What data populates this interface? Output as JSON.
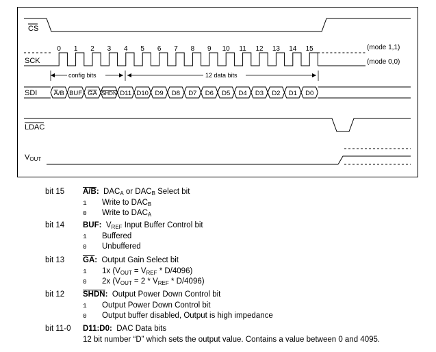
{
  "signals": {
    "cs": "CS",
    "sck": "SCK",
    "sdi": "SDI",
    "ldac": "LDAC",
    "vout": {
      "main": "V",
      "sub": "OUT"
    }
  },
  "clock_numbers": [
    "0",
    "1",
    "2",
    "3",
    "4",
    "5",
    "6",
    "7",
    "8",
    "9",
    "10",
    "11",
    "12",
    "13",
    "14",
    "15"
  ],
  "modes": [
    "(mode 1,1)",
    "(mode 0,0)"
  ],
  "brackets": {
    "config": "config bits",
    "data": "12 data bits"
  },
  "sdi_bits": [
    "A/B",
    "BUF",
    "GA",
    "SHDN",
    "D11",
    "D10",
    "D9",
    "D8",
    "D7",
    "D6",
    "D5",
    "D4",
    "D3",
    "D2",
    "D1",
    "D0"
  ],
  "bits": [
    {
      "num": "bit 15",
      "name": "A/B",
      "sep": ":",
      "desc_parts": [
        "DAC",
        "A",
        " or DAC",
        "B",
        " Select bit"
      ],
      "values": [
        {
          "v": "1",
          "parts": [
            "Write to DAC",
            "B"
          ]
        },
        {
          "v": "0",
          "parts": [
            "Write to DAC",
            "A"
          ]
        }
      ]
    },
    {
      "num": "bit 14",
      "name": "BUF",
      "sep": ":",
      "desc_parts": [
        "V",
        "REF",
        " Input Buffer Control bit"
      ],
      "values": [
        {
          "v": "1",
          "text": "Buffered"
        },
        {
          "v": "0",
          "text": "Unbuffered"
        }
      ]
    },
    {
      "num": "bit 13",
      "name": "GA",
      "sep": ":",
      "desc": "Output Gain Select bit",
      "values": [
        {
          "v": "1",
          "parts": [
            "1x (V",
            "OUT",
            " = V",
            "REF",
            " * D/4096)"
          ]
        },
        {
          "v": "0",
          "parts": [
            "2x (V",
            "OUT",
            " = 2 * V",
            "REF",
            " * D/4096)"
          ]
        }
      ]
    },
    {
      "num": "bit 12",
      "name": "SHDN",
      "sep": ":",
      "desc": "Output Power Down Control bit",
      "values": [
        {
          "v": "1",
          "text": "Output Power Down Control bit"
        },
        {
          "v": "0",
          "text": "Output buffer disabled, Output is high impedance"
        }
      ]
    },
    {
      "num": "bit 11-0",
      "name": "D11:D0",
      "sep": ":",
      "desc": "DAC Data bits",
      "note": "12 bit number “D” which sets the output value. Contains a value between 0 and 4095."
    }
  ]
}
